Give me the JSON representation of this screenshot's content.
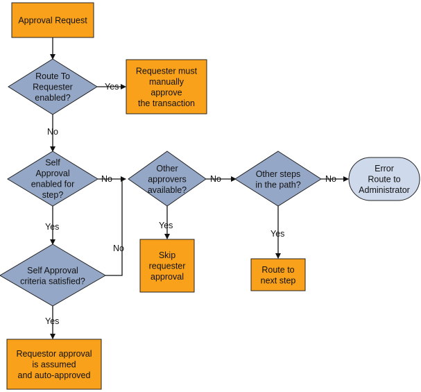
{
  "colors": {
    "process": "#f9a11b",
    "decision": "#95a7c6",
    "terminal": "#cfd9ec",
    "stroke": "#222222"
  },
  "nodes": {
    "approval_request": [
      "Approval Request"
    ],
    "route_to_requester": [
      "Route To",
      "Requester",
      "enabled?"
    ],
    "requester_manual": [
      "Requester must",
      "manually",
      "approve",
      "the transaction"
    ],
    "self_approval_enabled": [
      "Self",
      "Approval",
      "enabled for",
      "step?"
    ],
    "self_approval_criteria": [
      "Self Approval",
      "criteria satisfied?"
    ],
    "requestor_auto": [
      "Requestor approval",
      "is assumed",
      "and auto-approved"
    ],
    "other_approvers": [
      "Other",
      "approvers",
      "available?"
    ],
    "skip_requester": [
      "Skip",
      "requester",
      "approval"
    ],
    "other_steps": [
      "Other steps",
      "in the path?"
    ],
    "route_next": [
      "Route to",
      "next step"
    ],
    "error_admin": [
      "Error",
      "Route to",
      "Administrator"
    ]
  },
  "edges": {
    "yes1": "Yes",
    "no1": "No",
    "no2": "No",
    "yes2": "Yes",
    "no3": "No",
    "yes3": "Yes",
    "yes4": "Yes",
    "no4": "No",
    "yes5": "Yes",
    "no5": "No"
  }
}
